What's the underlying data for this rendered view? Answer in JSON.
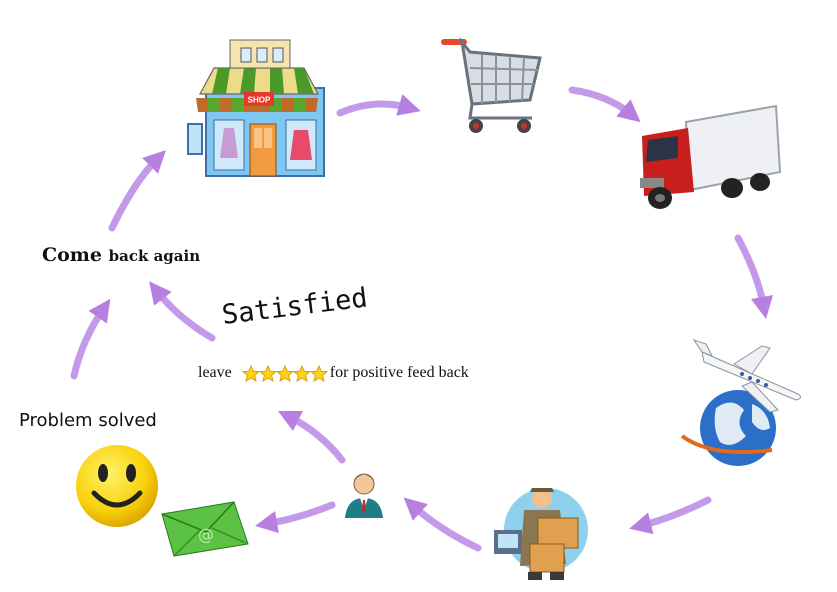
{
  "labels": {
    "come_back_1": "Come",
    "come_back_2": "back again",
    "satisfied": "Satisfied",
    "feedback_leave": "leave",
    "feedback_rest": "for positive feed back",
    "problem_solved": "Problem solved",
    "shop_sign": "SHOP"
  },
  "rating_stars": 5,
  "colors": {
    "arrow": "#b77fe0",
    "truck_cab": "#cc1a1a",
    "smiley": "#f7d10a",
    "envelope": "#4fb83a"
  },
  "icons": [
    "shop-icon",
    "shopping-cart-icon",
    "delivery-truck-icon",
    "airplane-globe-icon",
    "courier-icon",
    "support-agent-icon",
    "envelope-icon",
    "smiley-icon"
  ]
}
